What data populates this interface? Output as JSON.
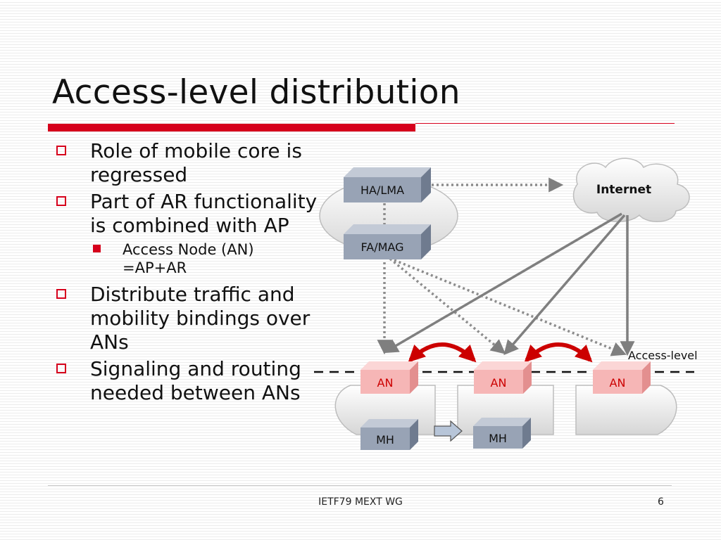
{
  "title": "Access-level distribution",
  "bullets": [
    {
      "text": "Role of mobile core is regressed"
    },
    {
      "text": "Part of AR functionality is combined with AP"
    },
    {
      "text": "Access Node (AN) =AP+AR"
    },
    {
      "text": "Distribute traffic and mobility bindings over ANs"
    },
    {
      "text": "Signaling and routing  needed between ANs"
    }
  ],
  "diagram": {
    "ha_lma": "HA/LMA",
    "fa_mag": "FA/MAG",
    "internet": "Internet",
    "access_level": "Access-level",
    "an": "AN",
    "mh": "MH",
    "colors": {
      "accent_red": "#d6001c",
      "an_box": "#f6b6b6",
      "core_box": "#98a3b5",
      "arrow_gray": "#7f7f7f",
      "arrow_red": "#cc0000"
    }
  },
  "footer": {
    "text": "IETF79 MEXT WG",
    "page": "6"
  }
}
